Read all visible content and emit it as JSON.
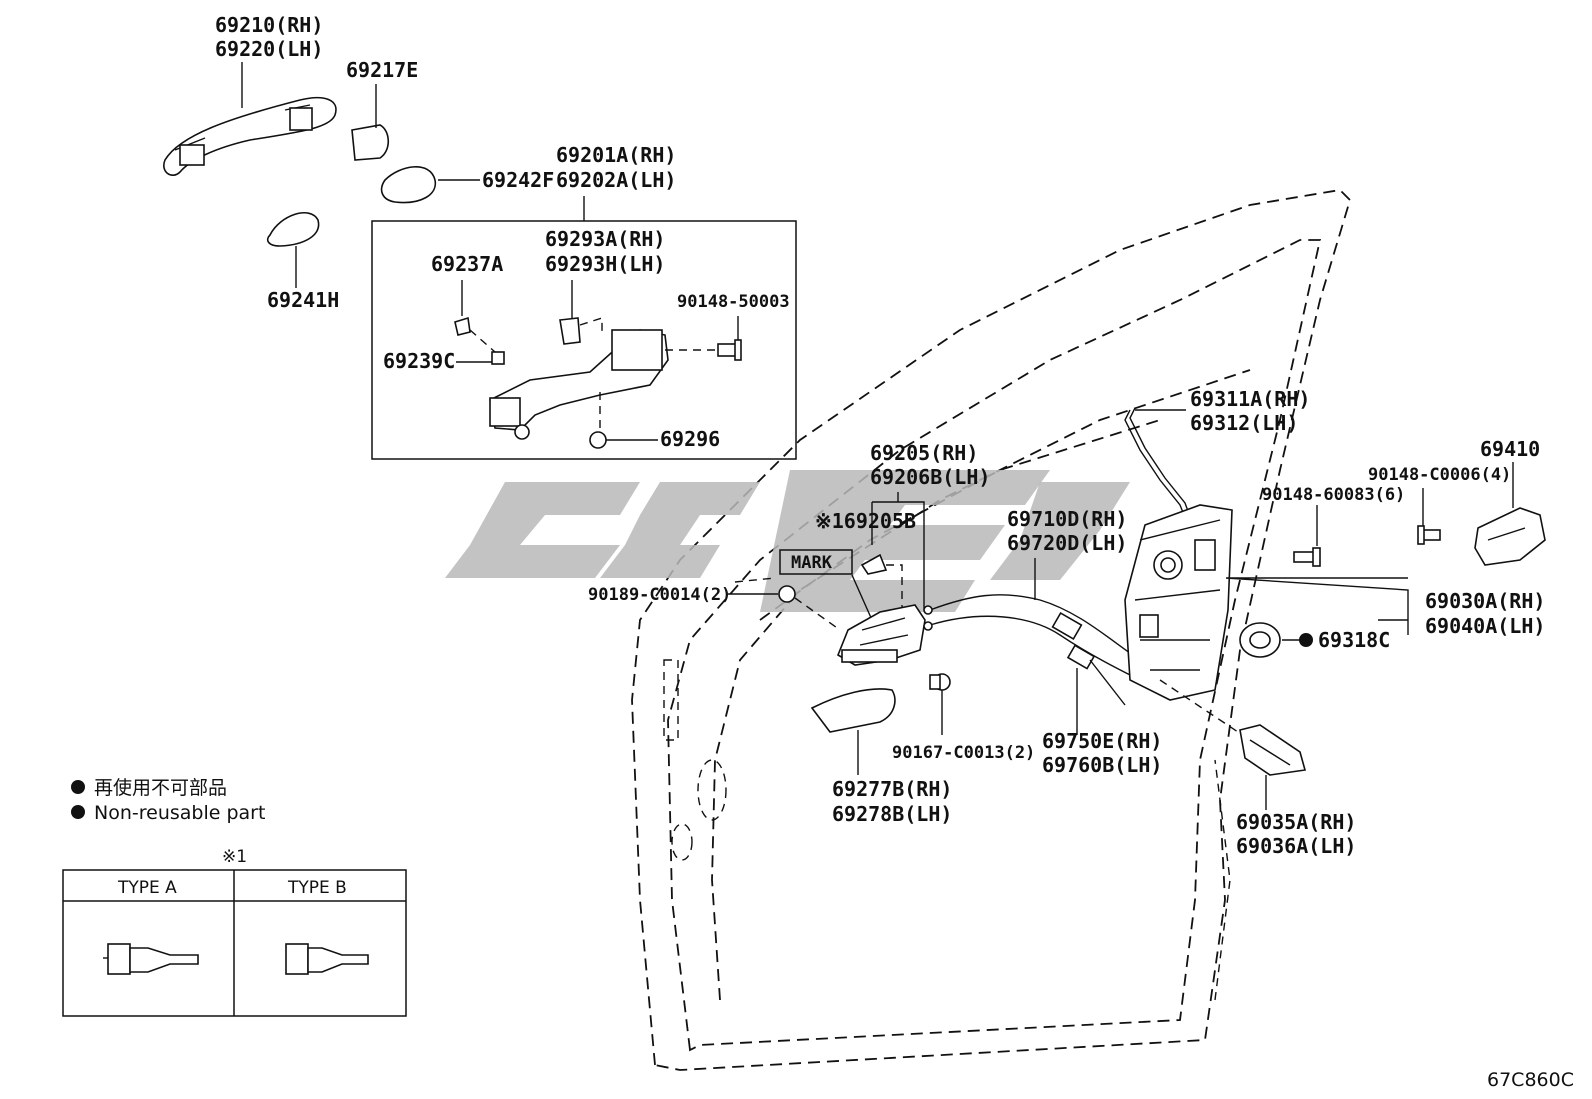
{
  "labels": {
    "outer_handle": [
      "69210(RH)",
      "69220(LH)"
    ],
    "cap_217e": "69217E",
    "pad_242f": "69242F",
    "pad_241h": "69241H",
    "frame": [
      "69201A(RH)",
      "69202A(LH)"
    ],
    "protector": [
      "69293A(RH)",
      "69293H(LH)"
    ],
    "clip_237a": "69237A",
    "bolt_50003": "90148-50003",
    "clip_239c": "69239C",
    "screw_296": "69296",
    "inner_handle": [
      "69205(RH)",
      "69206B(LH)"
    ],
    "mark_ref": "※169205B",
    "mark_box": "MARK",
    "screw_c0014": "90189-C0014(2)",
    "bolt_c0013": "90167-C0013(2)",
    "bezel": [
      "69277B(RH)",
      "69278B(LH)"
    ],
    "cable_lock": [
      "69710D(RH)",
      "69720D(LH)"
    ],
    "cable_open": [
      "69750E(RH)",
      "69760B(LH)"
    ],
    "rod": [
      "69311A(RH)",
      "69312(LH)"
    ],
    "screw_60083": "90148-60083(6)",
    "screw_c0006": "90148-C0006(4)",
    "striker": "69410",
    "lock_assy": [
      "69030A(RH)",
      "69040A(LH)"
    ],
    "seal_318c": "69318C",
    "cover": [
      "69035A(RH)",
      "69036A(LH)"
    ]
  },
  "legend": {
    "jp": "再使用不可部品",
    "en": "Non-reusable part"
  },
  "type_table": {
    "note": "※1",
    "col_a": "TYPE A",
    "col_b": "TYPE B"
  },
  "diagram_code": "67C860C",
  "icons": {
    "non_reusable_marker": "filled-circle-icon"
  }
}
